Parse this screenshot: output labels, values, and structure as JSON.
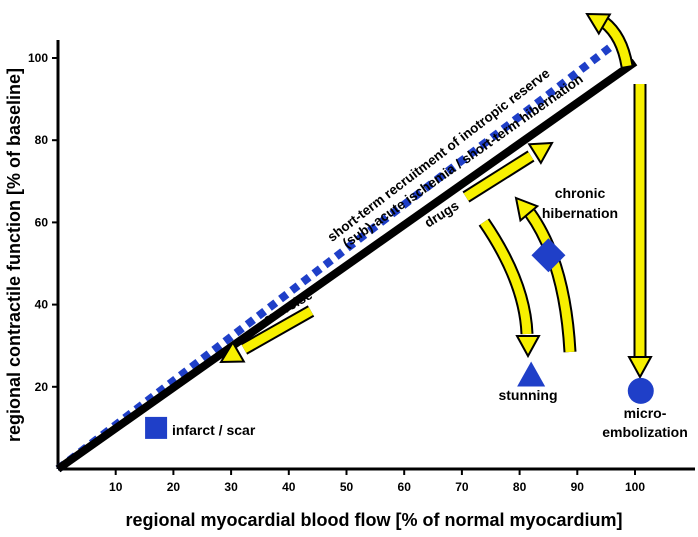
{
  "chart_data": {
    "type": "line",
    "xlabel": "regional myocardial blood flow [% of normal myocardium]",
    "ylabel": "regional contractile function [% of baseline]",
    "xlim": [
      0,
      110
    ],
    "ylim": [
      0,
      105
    ],
    "x_ticks": [
      10,
      20,
      30,
      40,
      50,
      60,
      70,
      80,
      90,
      100
    ],
    "y_ticks": [
      20,
      40,
      60,
      80,
      100
    ],
    "grid": false,
    "legend": "none",
    "series": [
      {
        "label": "short-term recruitment of inotropic reserve",
        "style": "dotted",
        "color": "#1f3fc8",
        "x": [
          0,
          97
        ],
        "y": [
          0,
          104
        ]
      },
      {
        "label": "(sub)-acute ischemia / short-term hibernation",
        "style": "solid",
        "color": "#000000",
        "x": [
          0,
          100
        ],
        "y": [
          0,
          99
        ]
      }
    ],
    "points": [
      {
        "label": "infarct / scar",
        "shape": "square",
        "x": 17,
        "y": 10,
        "color": "#1f3fc8"
      },
      {
        "label": "stunning",
        "shape": "triangle",
        "x": 82,
        "y": 23,
        "color": "#1f3fc8"
      },
      {
        "label": "chronic hibernation",
        "shape": "diamond",
        "x": 85,
        "y": 52,
        "color": "#1f3fc8"
      },
      {
        "label": "micro-embolization",
        "shape": "circle",
        "x": 101,
        "y": 19,
        "color": "#1f3fc8"
      }
    ],
    "annotations": {
      "exercise": "exercise",
      "drugs": "drugs",
      "chronic_line1": "chronic",
      "chronic_line2": "hibernation",
      "infarct": "infarct / scar",
      "stunning": "stunning",
      "micro_line1": "micro-",
      "micro_line2": "embolization"
    },
    "arrow_color": "#f7f000"
  }
}
